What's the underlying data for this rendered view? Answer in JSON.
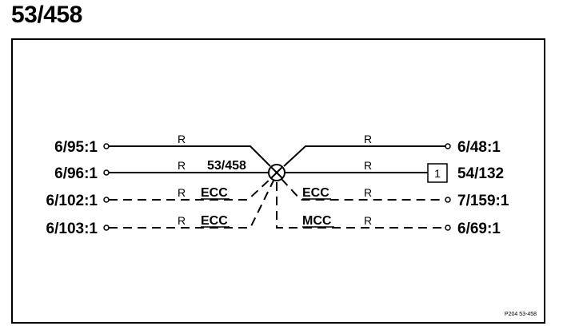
{
  "title": "53/458",
  "hub": {
    "label": "53/458"
  },
  "left_terminals": [
    "6/95:1",
    "6/96:1",
    "6/102:1",
    "6/103:1"
  ],
  "right_terminals": [
    "6/48:1",
    "54/132",
    "7/159:1",
    "6/69:1"
  ],
  "connector_box": {
    "number": "1"
  },
  "wire_labels": {
    "r": "R",
    "ecc": "ECC",
    "mcc": "MCC"
  },
  "footer_code": "P204 53-458"
}
